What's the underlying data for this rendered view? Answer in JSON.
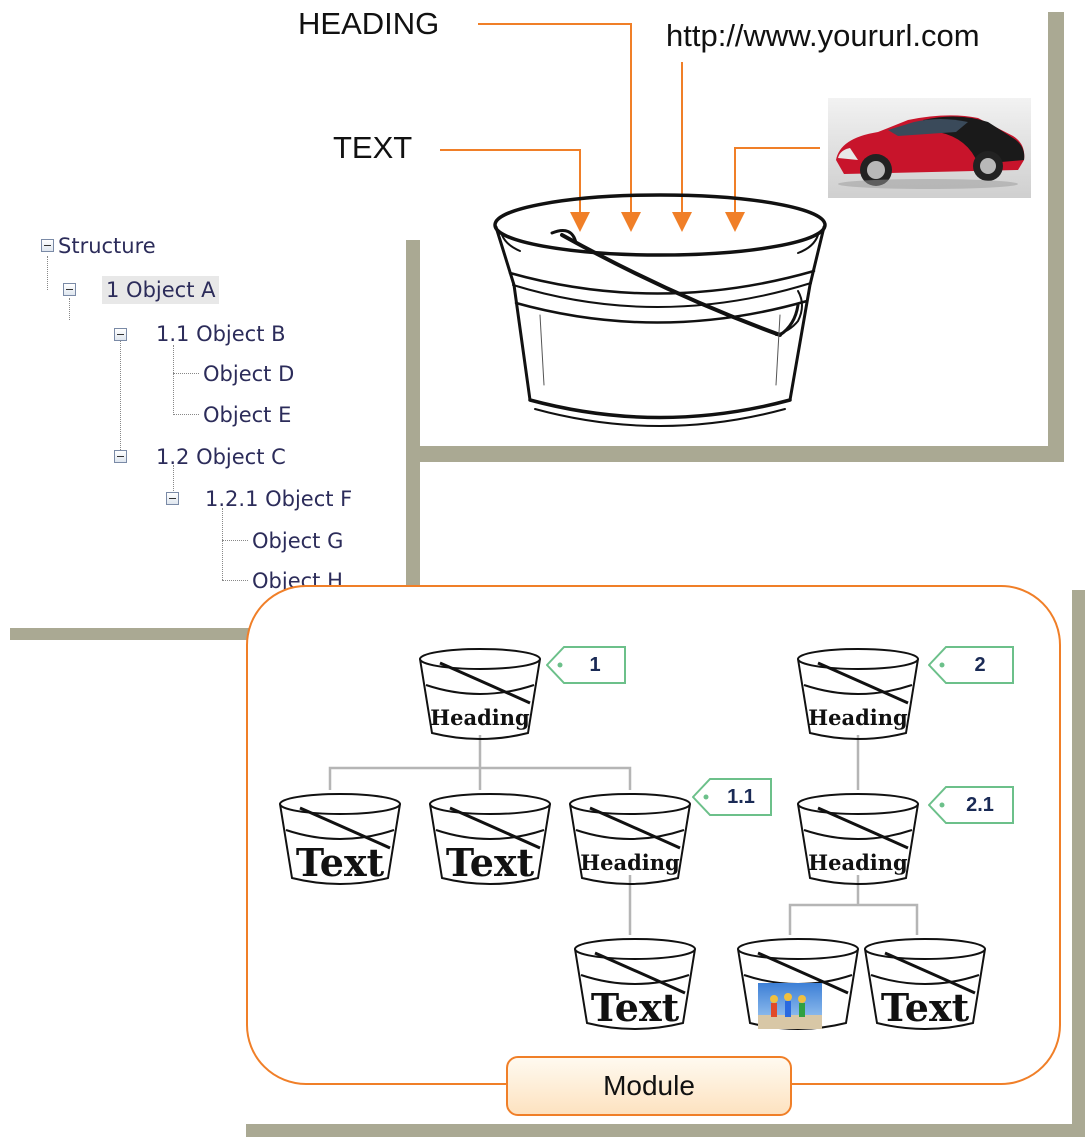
{
  "callouts": {
    "heading": "HEADING",
    "url": "http://www.yoururl.com",
    "text": "TEXT"
  },
  "tree": {
    "root": "Structure",
    "nodes": [
      "1 Object A",
      "1.1 Object B",
      "Object D",
      "Object E",
      "1.2 Object C",
      "1.2.1 Object F",
      "Object G",
      "Object H"
    ]
  },
  "module": {
    "label": "Module",
    "heading_label": "Heading",
    "text_label": "Text",
    "tags": [
      "1",
      "2",
      "1.1",
      "2.1"
    ]
  },
  "colors": {
    "accent": "#f07f28",
    "tag_border": "#6cc08a",
    "shadow": "#aaa993",
    "car_red": "#c8142b"
  },
  "icons": {
    "tree_toggle": "minus-box-icon",
    "car": "car-image",
    "photo": "people-photo-image"
  }
}
